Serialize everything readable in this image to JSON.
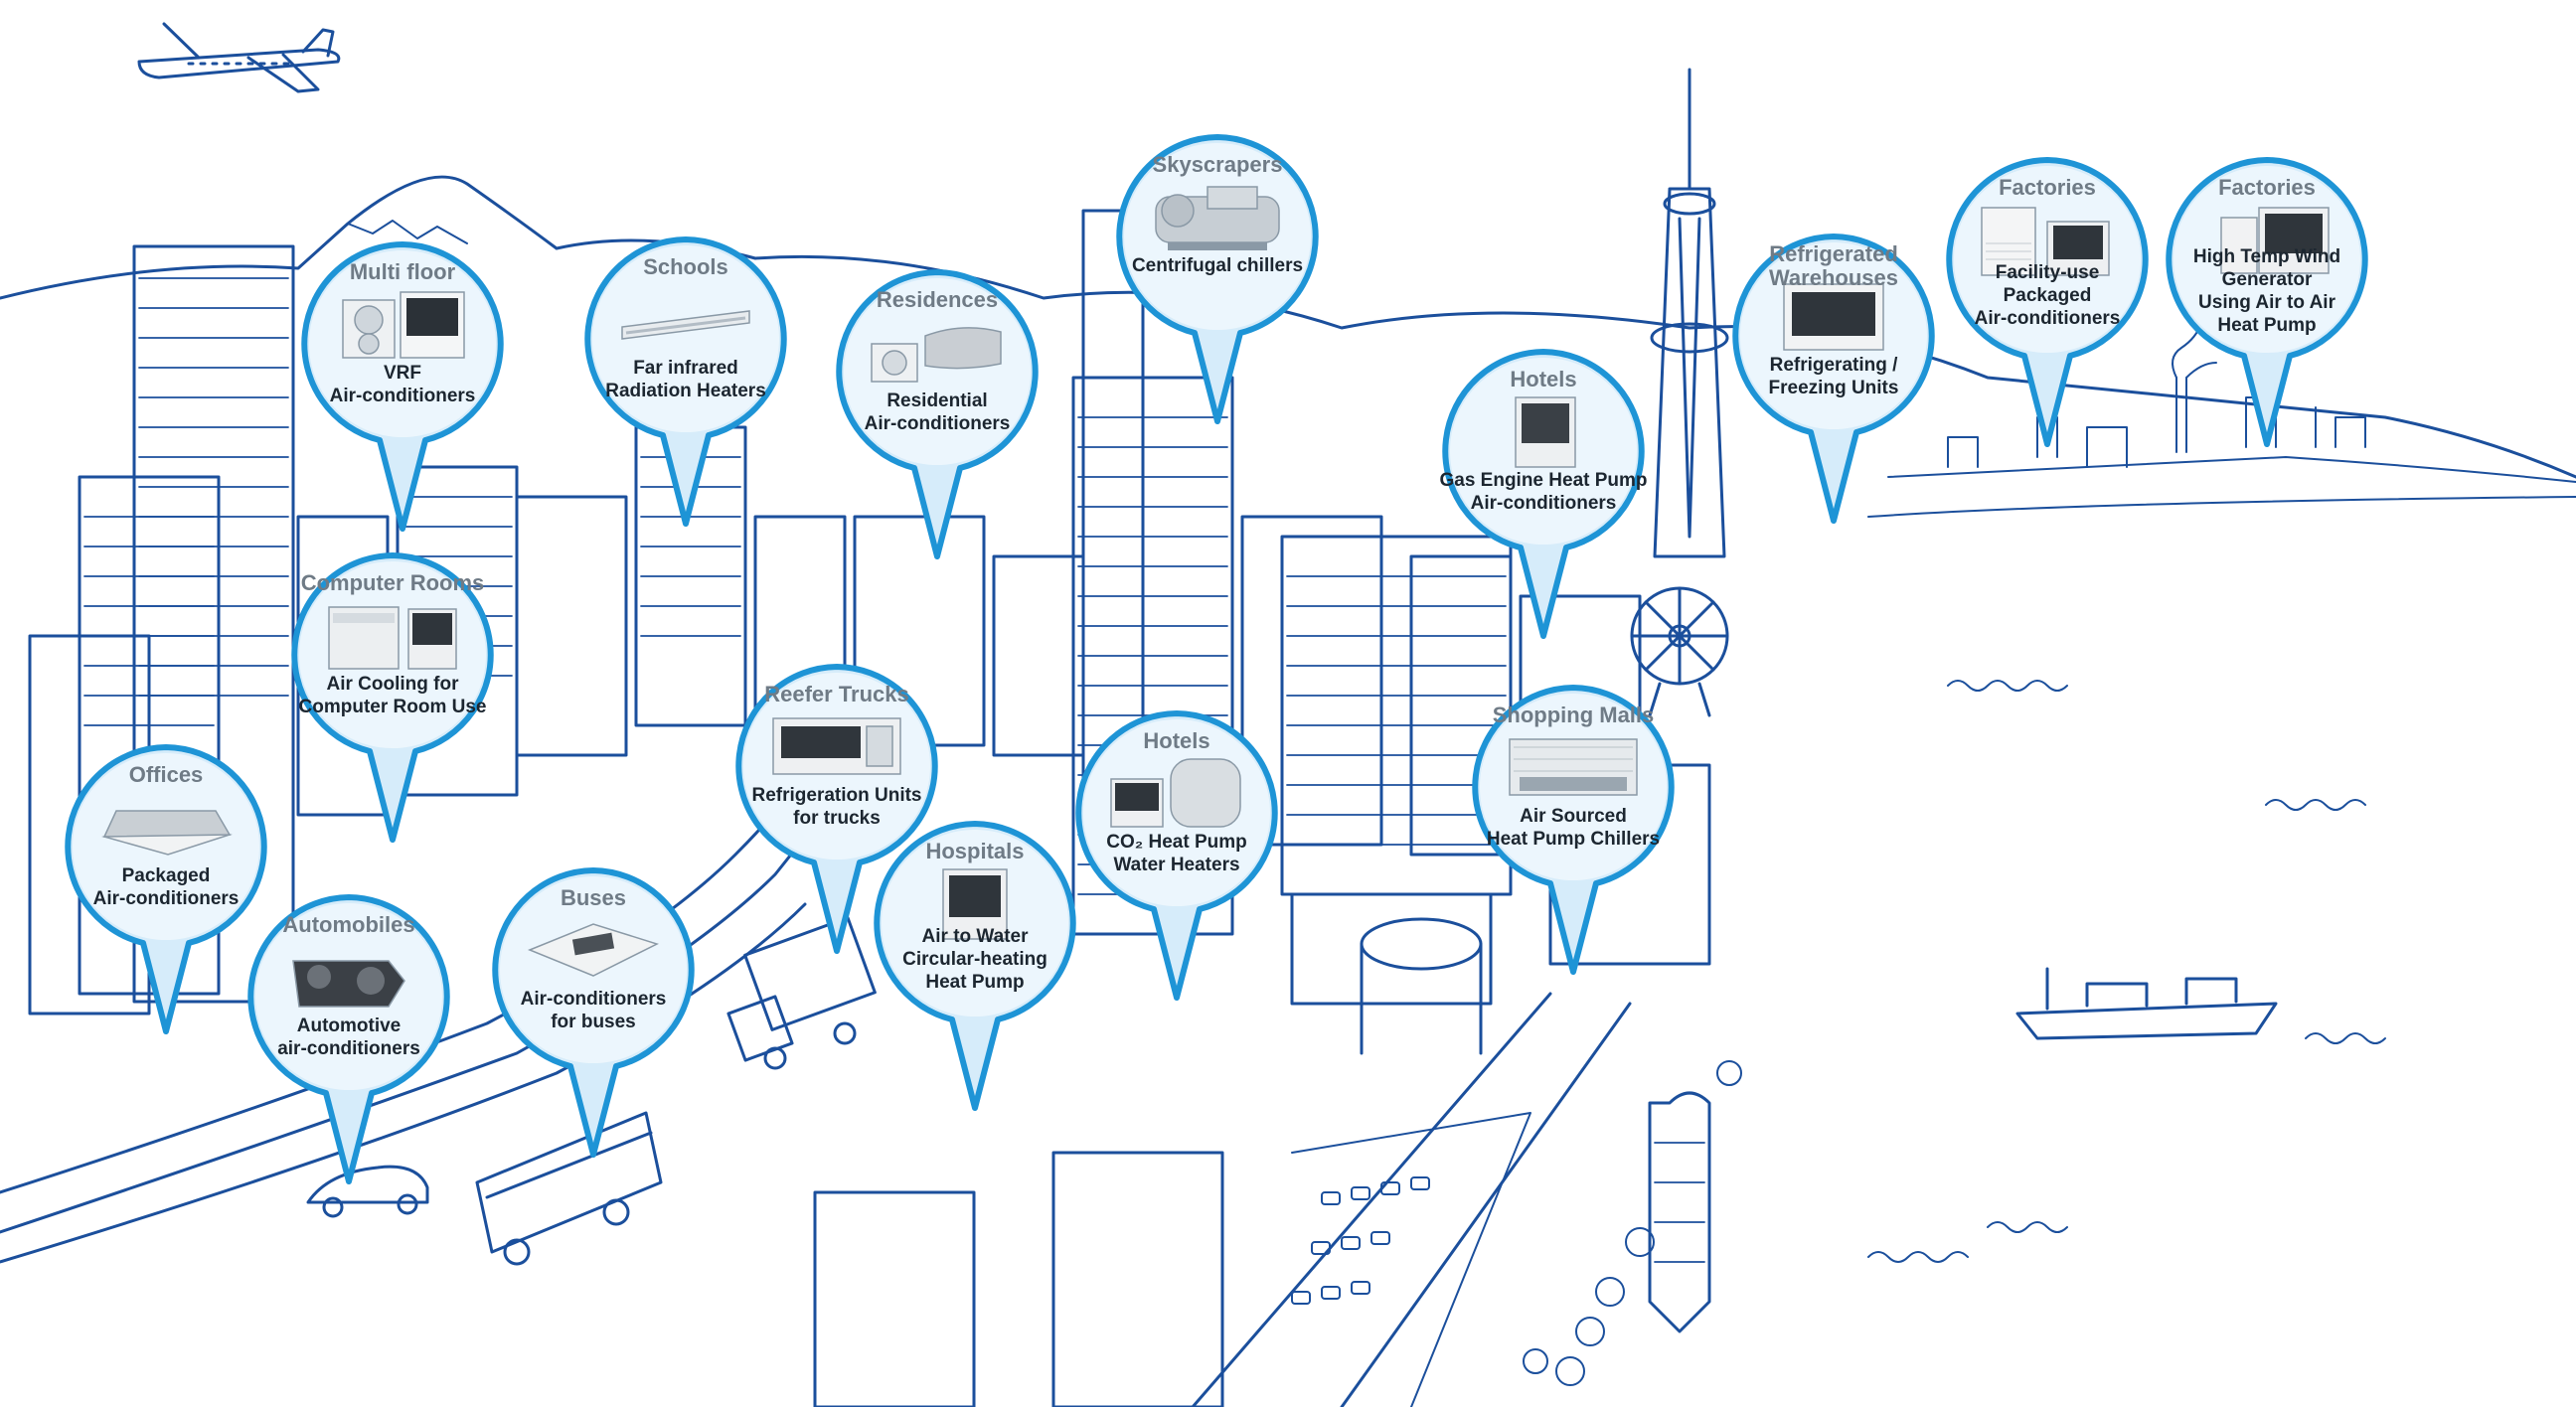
{
  "pins": [
    {
      "id": "multi-floor",
      "title": "Multi floor",
      "label": "VRF\nAir-conditioners",
      "icon": "vrf-unit-icon"
    },
    {
      "id": "schools",
      "title": "Schools",
      "label": "Far infrared\nRadiation Heaters",
      "icon": "radiation-heater-icon"
    },
    {
      "id": "residences",
      "title": "Residences",
      "label": "Residential\nAir-conditioners",
      "icon": "residential-ac-icon"
    },
    {
      "id": "skyscrapers",
      "title": "Skyscrapers",
      "label": "Centrifugal chillers",
      "icon": "centrifugal-chiller-icon"
    },
    {
      "id": "hotels-gas",
      "title": "Hotels",
      "label": "Gas Engine Heat Pump\nAir-conditioners",
      "icon": "gas-engine-unit-icon"
    },
    {
      "id": "refrigerated-warehouses",
      "title": "Refrigerated\nWarehouses",
      "label": "Refrigerating /\nFreezing Units",
      "icon": "freezing-unit-icon"
    },
    {
      "id": "factories-1",
      "title": "Factories",
      "label": "Facility-use\nPackaged\nAir-conditioners",
      "icon": "facility-ac-icon"
    },
    {
      "id": "factories-2",
      "title": "Factories",
      "label": "High Temp Wind\nGenerator\nUsing Air to Air\nHeat Pump",
      "icon": "heat-pump-generator-icon"
    },
    {
      "id": "computer-rooms",
      "title": "Computer Rooms",
      "label": "Air Cooling for\nComputer Room Use",
      "icon": "computer-room-unit-icon"
    },
    {
      "id": "reefer-trucks",
      "title": "Reefer Trucks",
      "label": "Refrigeration Units\nfor trucks",
      "icon": "truck-refrigeration-icon"
    },
    {
      "id": "shopping-malls",
      "title": "Shopping Malls",
      "label": "Air Sourced\nHeat Pump Chillers",
      "icon": "chiller-array-icon"
    },
    {
      "id": "hotels-co2",
      "title": "Hotels",
      "label": "CO₂ Heat Pump\nWater Heaters",
      "icon": "water-heater-icon"
    },
    {
      "id": "offices",
      "title": "Offices",
      "label": "Packaged\nAir-conditioners",
      "icon": "cassette-ac-icon"
    },
    {
      "id": "hospitals",
      "title": "Hospitals",
      "label": "Air to Water\nCircular-heating\nHeat Pump",
      "icon": "air-to-water-unit-icon"
    },
    {
      "id": "buses",
      "title": "Buses",
      "label": "Air-conditioners\nfor buses",
      "icon": "bus-ac-icon"
    },
    {
      "id": "automobiles",
      "title": "Automobiles",
      "label": "Automotive\nair-conditioners",
      "icon": "automotive-ac-icon"
    }
  ],
  "colors": {
    "pin_fill": "#d6ecfa",
    "pin_stroke": "#1e94d6",
    "line": "#1b4f9c",
    "title": "#6f7b86",
    "label": "#1c2630"
  }
}
